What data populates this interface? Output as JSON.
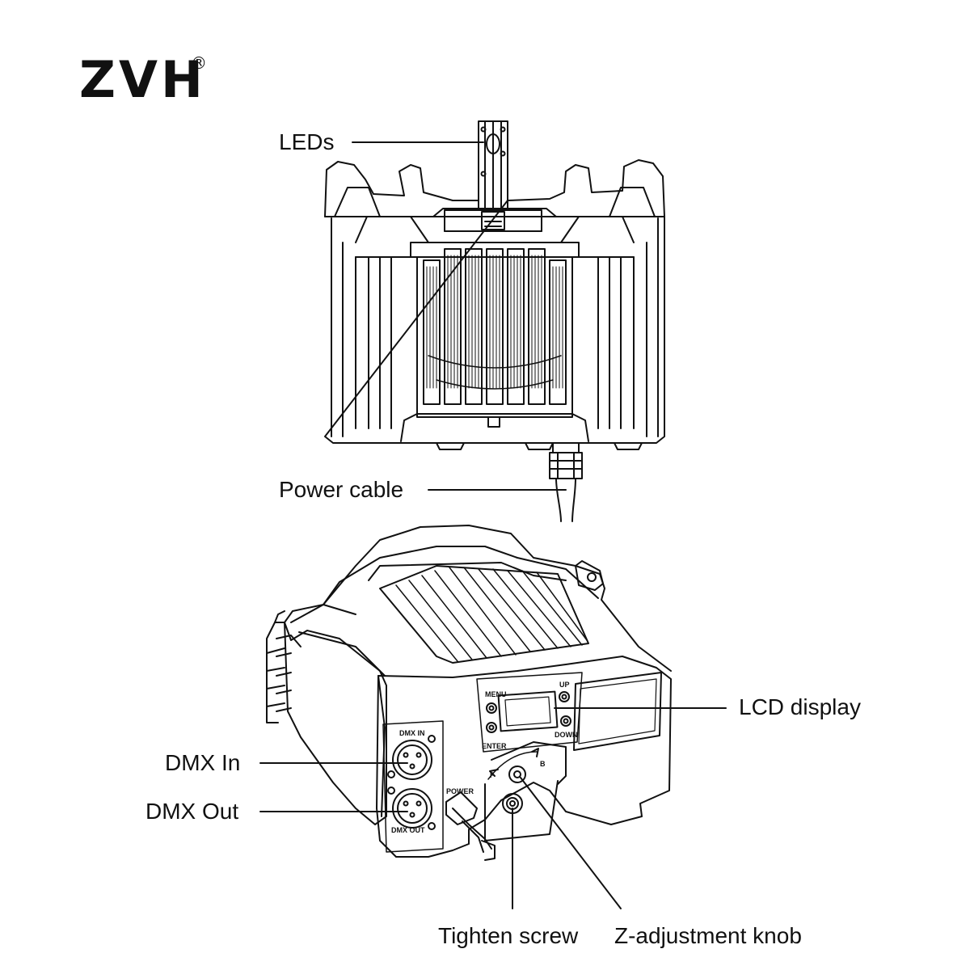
{
  "brand": {
    "name": "ZVH",
    "registered_mark": "®"
  },
  "labels": {
    "leds": "LEDs",
    "power_cable": "Power cable",
    "lcd_display": "LCD display",
    "dmx_in": "DMX In",
    "dmx_out": "DMX Out",
    "tighten_screw": "Tighten screw",
    "z_adjustment_knob": "Z-adjustment knob"
  },
  "panel_markings": {
    "menu": "MENU",
    "up": "UP",
    "enter": "ENTER",
    "down": "DOWN",
    "dmx_in": "DMX IN",
    "dmx_out": "DMX OUT",
    "power": "POWER",
    "f": "F",
    "b": "B"
  }
}
